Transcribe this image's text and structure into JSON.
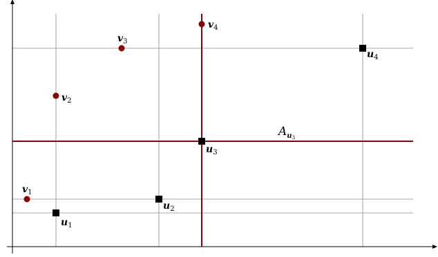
{
  "colors": {
    "grid": "#8a8a8a",
    "axis": "#000000",
    "highlight": "#8b0000",
    "v_point": "#8b0000",
    "u_point": "#000000"
  },
  "annotation": {
    "symbol": "A",
    "sub_base": "u",
    "sub_index": "3"
  },
  "u_points": [
    {
      "base": "u",
      "index": "1"
    },
    {
      "base": "u",
      "index": "2"
    },
    {
      "base": "u",
      "index": "3"
    },
    {
      "base": "u",
      "index": "4"
    }
  ],
  "v_points": [
    {
      "base": "v",
      "index": "1"
    },
    {
      "base": "v",
      "index": "2"
    },
    {
      "base": "v",
      "index": "3"
    },
    {
      "base": "v",
      "index": "4"
    }
  ]
}
